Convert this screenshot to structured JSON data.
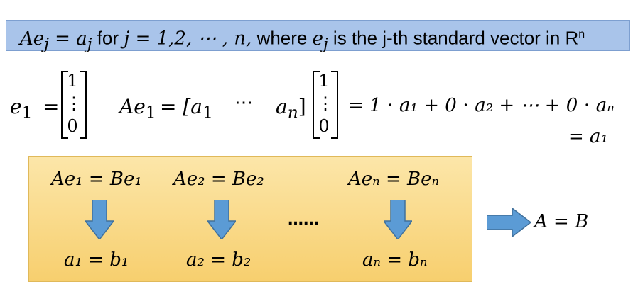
{
  "header": {
    "statement": {
      "lhs": "Ae",
      "lhs_sub": "j",
      "eq": " = ",
      "rhs": "a",
      "rhs_sub": "j",
      "for_text": " for ",
      "j_range": "j = 1,2, ⋯ , n,",
      "where_text": " where ",
      "ej": "e",
      "ej_sub": "j",
      "tail": " is the j-th standard vector in R",
      "tail_sup": "n"
    }
  },
  "equation": {
    "e1_label": "e",
    "e1_sub": "1",
    "eq": "=",
    "matrix_entries": [
      "1",
      "⋮",
      "0"
    ],
    "ae1_label": "Ae",
    "ae1_sub": "1",
    "row_open": "= [a",
    "row_a1_sub": "1",
    "row_dots": "⋯",
    "row_an": "a",
    "row_an_sub": "n",
    "row_close": "]",
    "expansion": "= 1 ⋅ a₁ + 0 ⋅ a₂ + ⋯ + 0 ⋅ aₙ",
    "result": "= a₁"
  },
  "panel": {
    "top_equations": [
      "Ae₁ = Be₁",
      "Ae₂ = Be₂",
      "Aeₙ = Beₙ"
    ],
    "ellipsis": "……",
    "bottom_equations": [
      "a₁ = b₁",
      "a₂ = b₂",
      "aₙ = bₙ"
    ]
  },
  "conclusion": "A = B",
  "colors": {
    "banner_fill": "#a9c4ea",
    "panel_fill": "#f7cf6e",
    "arrow_fill": "#5b9bd5"
  }
}
